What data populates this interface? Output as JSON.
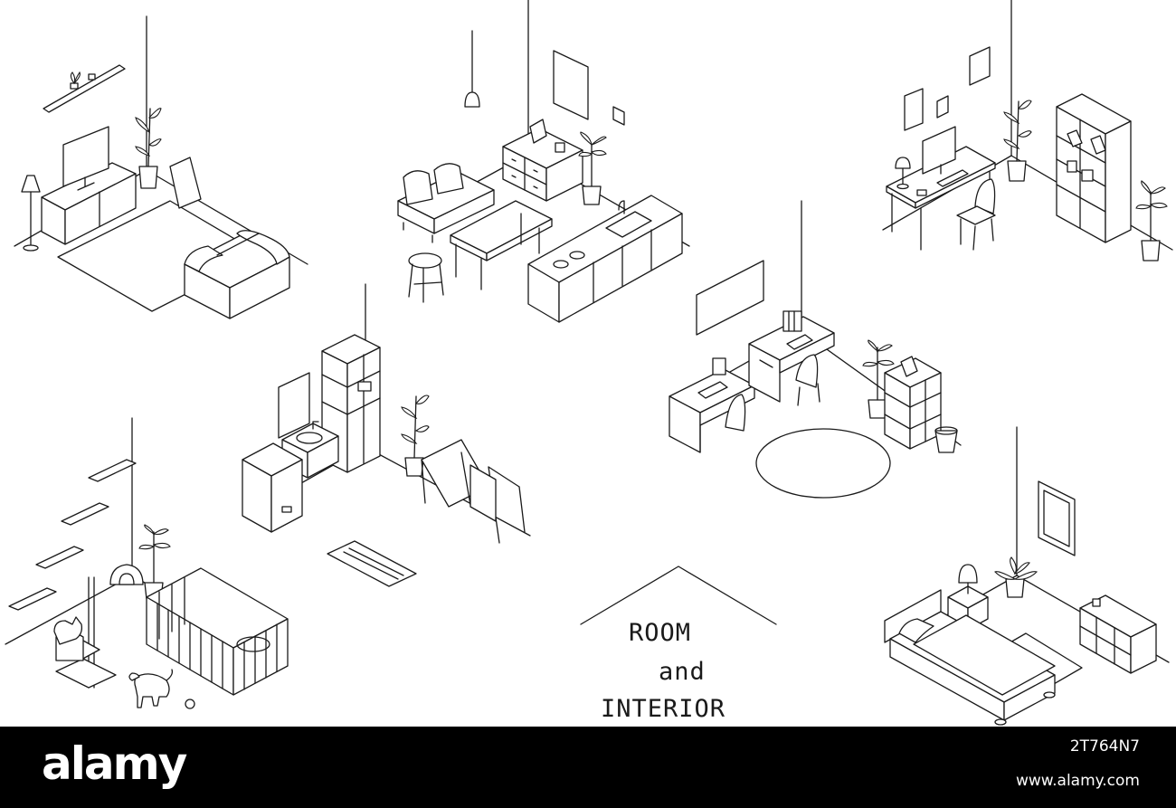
{
  "title": {
    "line1": "ROOM",
    "line2": "and",
    "line3": "INTERIOR"
  },
  "watermark": {
    "brand": "alamy",
    "image_id": "2T764N7",
    "url": "www.alamy.com"
  },
  "colors": {
    "line": "#1a1a1a",
    "background": "#ffffff",
    "footer": "#000000",
    "footer_text": "#ffffff"
  }
}
